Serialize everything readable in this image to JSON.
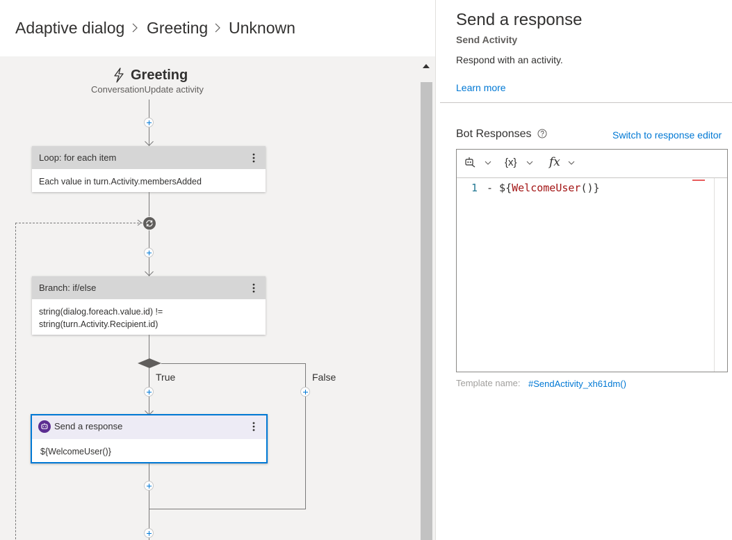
{
  "breadcrumb": [
    "Adaptive dialog",
    "Greeting",
    "Unknown"
  ],
  "trigger": {
    "title": "Greeting",
    "subtitle": "ConversationUpdate activity"
  },
  "nodes": {
    "loop": {
      "title": "Loop: for each item",
      "body": "Each value in turn.Activity.membersAdded"
    },
    "branch": {
      "title": "Branch: if/else",
      "body_line1": "string(dialog.foreach.value.id) !=",
      "body_line2": "string(turn.Activity.Recipient.id)"
    },
    "send": {
      "title": "Send a response",
      "body": "${WelcomeUser()}"
    }
  },
  "branch_labels": {
    "true": "True",
    "false": "False"
  },
  "panel": {
    "title": "Send a response",
    "subtitle": "Send Activity",
    "description": "Respond with an activity.",
    "learn_more": "Learn more",
    "bot_responses": "Bot Responses",
    "switch_editor": "Switch to response editor",
    "toolbar": {
      "variables": "{x}",
      "functions": "fx"
    },
    "code_line_number": "1",
    "code": {
      "prefix": "- ${",
      "call": "WelcomeUser",
      "suffix": "()}"
    },
    "template_label": "Template name:",
    "template_value": "#SendActivity_xh61dm()"
  },
  "colors": {
    "accent": "#0078d4",
    "selected_border": "#0078d4",
    "send_icon": "#5c2d91",
    "code_fn": "#a31515"
  }
}
